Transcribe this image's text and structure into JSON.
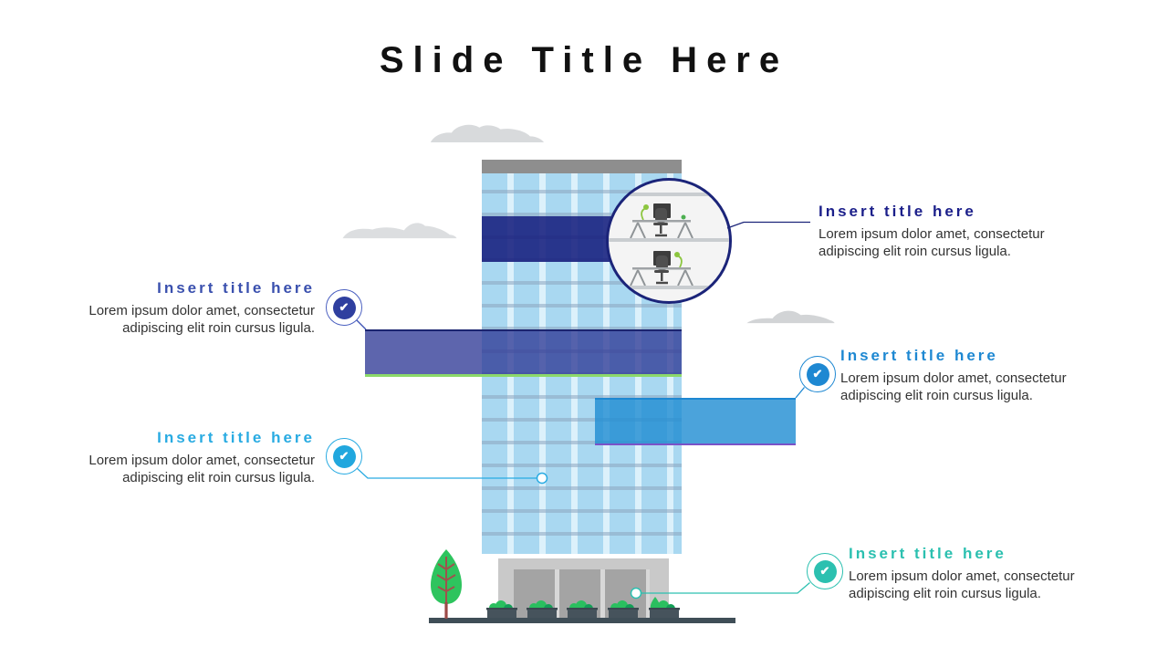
{
  "slide": {
    "title": "Slide Title Here"
  },
  "callouts": {
    "left_top": {
      "title": "Insert title here",
      "body": "Lorem ipsum dolor amet, consectetur adipiscing elit roin cursus ligula.",
      "accent": "#3A50AE"
    },
    "left_bottom": {
      "title": "Insert title here",
      "body": "Lorem ipsum dolor amet, consectetur adipiscing elit roin cursus ligula.",
      "accent": "#29ABE2"
    },
    "right_top": {
      "title": "Insert title here",
      "body": "Lorem ipsum dolor amet, consectetur adipiscing elit roin cursus ligula.",
      "accent": "#1B1F8A"
    },
    "right_middle": {
      "title": "Insert title here",
      "body": "Lorem ipsum dolor amet, consectetur adipiscing elit roin cursus ligula.",
      "accent": "#1E88D2"
    },
    "right_bottom": {
      "title": "Insert title here",
      "body": "Lorem ipsum dolor amet, consectetur adipiscing elit roin cursus ligula.",
      "accent": "#2BC0B0"
    }
  },
  "icons": {
    "check": "✔"
  },
  "colors": {
    "magnifier_ring": "#1B2479",
    "building": "#A9D8F1",
    "building_stripe": "#DCF1FB",
    "navy_band": "#232E85",
    "roof": "#8E8E8E",
    "bar_left_fill": "#5560B5",
    "bar_left_top_border": "#1B2470",
    "bar_left_bottom_border": "#8CD96A",
    "bar_right_fill": "#4D9CD8",
    "bar_right_bottom_border": "#7B52C7",
    "ground": "#3F4E57",
    "tree_green": "#2EC45E",
    "cloud_gray": "#D8DADC"
  }
}
